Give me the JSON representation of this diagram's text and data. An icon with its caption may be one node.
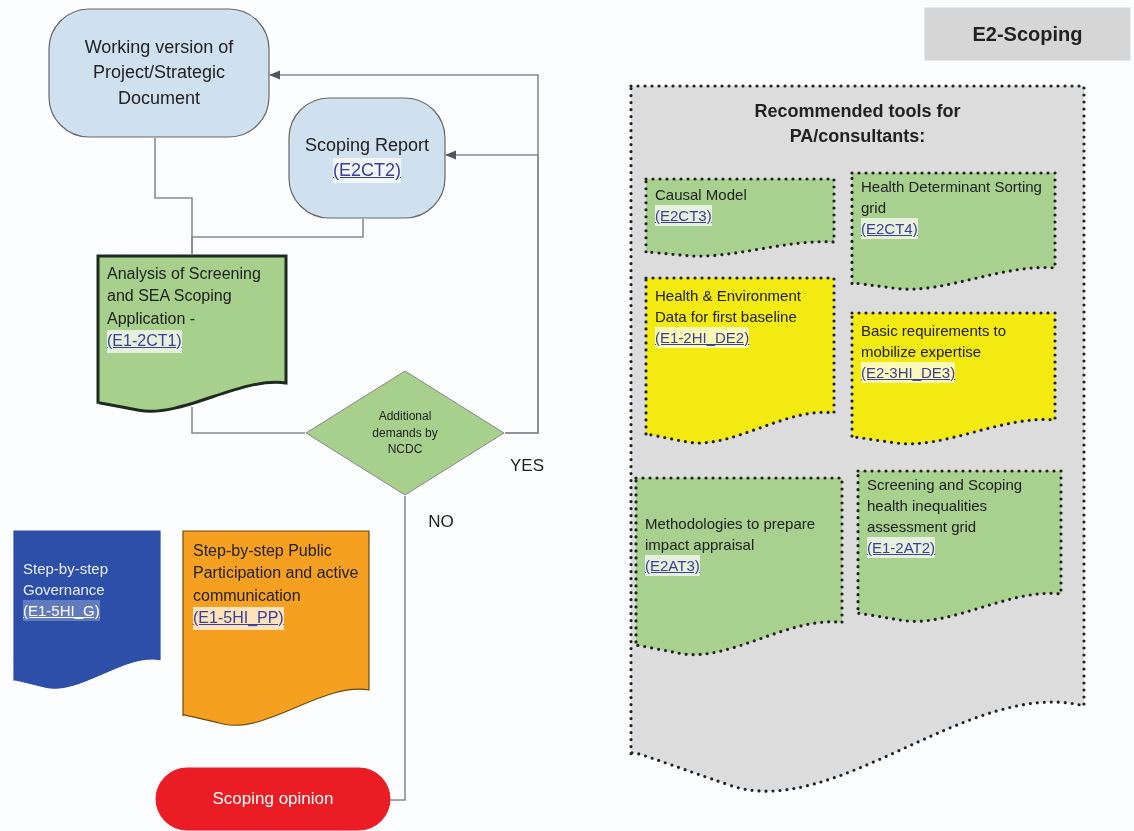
{
  "diagram": {
    "nodes": [
      {
        "text": [
          "Working version of Project/Strategic Document"
        ]
      },
      {
        "text": [
          "Scoping Report",
          "(E2CT2)"
        ]
      },
      {
        "text": [
          "Analysis of Screening and SEA Scoping Application -",
          "(E1-2CT1)"
        ]
      },
      {
        "text": [
          "Additional demands by NCDC"
        ]
      },
      {
        "text": [
          "Step-by-step Governance",
          "(E1-5HI_G)"
        ]
      },
      {
        "text": [
          "Step-by-step Public Participation and active communication",
          "(E1-5HI_PP)"
        ]
      },
      {
        "text": [
          "Scoping opinion"
        ]
      },
      {
        "text": [
          "E2-Scoping"
        ]
      },
      {
        "text": [
          "Recommended tools for PA/consultants:"
        ]
      },
      {
        "text": [
          "Causal Model",
          "(E2CT3)"
        ],
        "in": 8
      },
      {
        "text": [
          "Health Determinant Sorting grid",
          "(E2CT4)"
        ],
        "in": 8
      },
      {
        "text": [
          "Health & Environment Data for first baseline",
          "(E1-2HI_DE2)"
        ],
        "in": 8
      },
      {
        "text": [
          "Basic requirements to mobilize expertise",
          "(E2-3HI_DE3)"
        ],
        "in": 8
      },
      {
        "text": [
          "Methodologies to prepare impact appraisal",
          "(E2AT3)"
        ],
        "in": 8
      },
      {
        "text": [
          "Screening and Scoping health inequalities assessment grid",
          "(E1-2AT2)"
        ],
        "in": 8
      }
    ],
    "edges": [
      {
        "from": 0,
        "to": 2,
        "arrow": "none"
      },
      {
        "from": 1,
        "to": 2,
        "arrow": "none"
      },
      {
        "from": 2,
        "to": 3,
        "arrow": "none"
      },
      {
        "from": 3,
        "to": 0,
        "arrow": "to",
        "label": "YES"
      },
      {
        "from": 3,
        "to": 1,
        "arrow": "to"
      },
      {
        "from": 3,
        "to": 6,
        "arrow": "none",
        "label": "NO"
      }
    ]
  }
}
